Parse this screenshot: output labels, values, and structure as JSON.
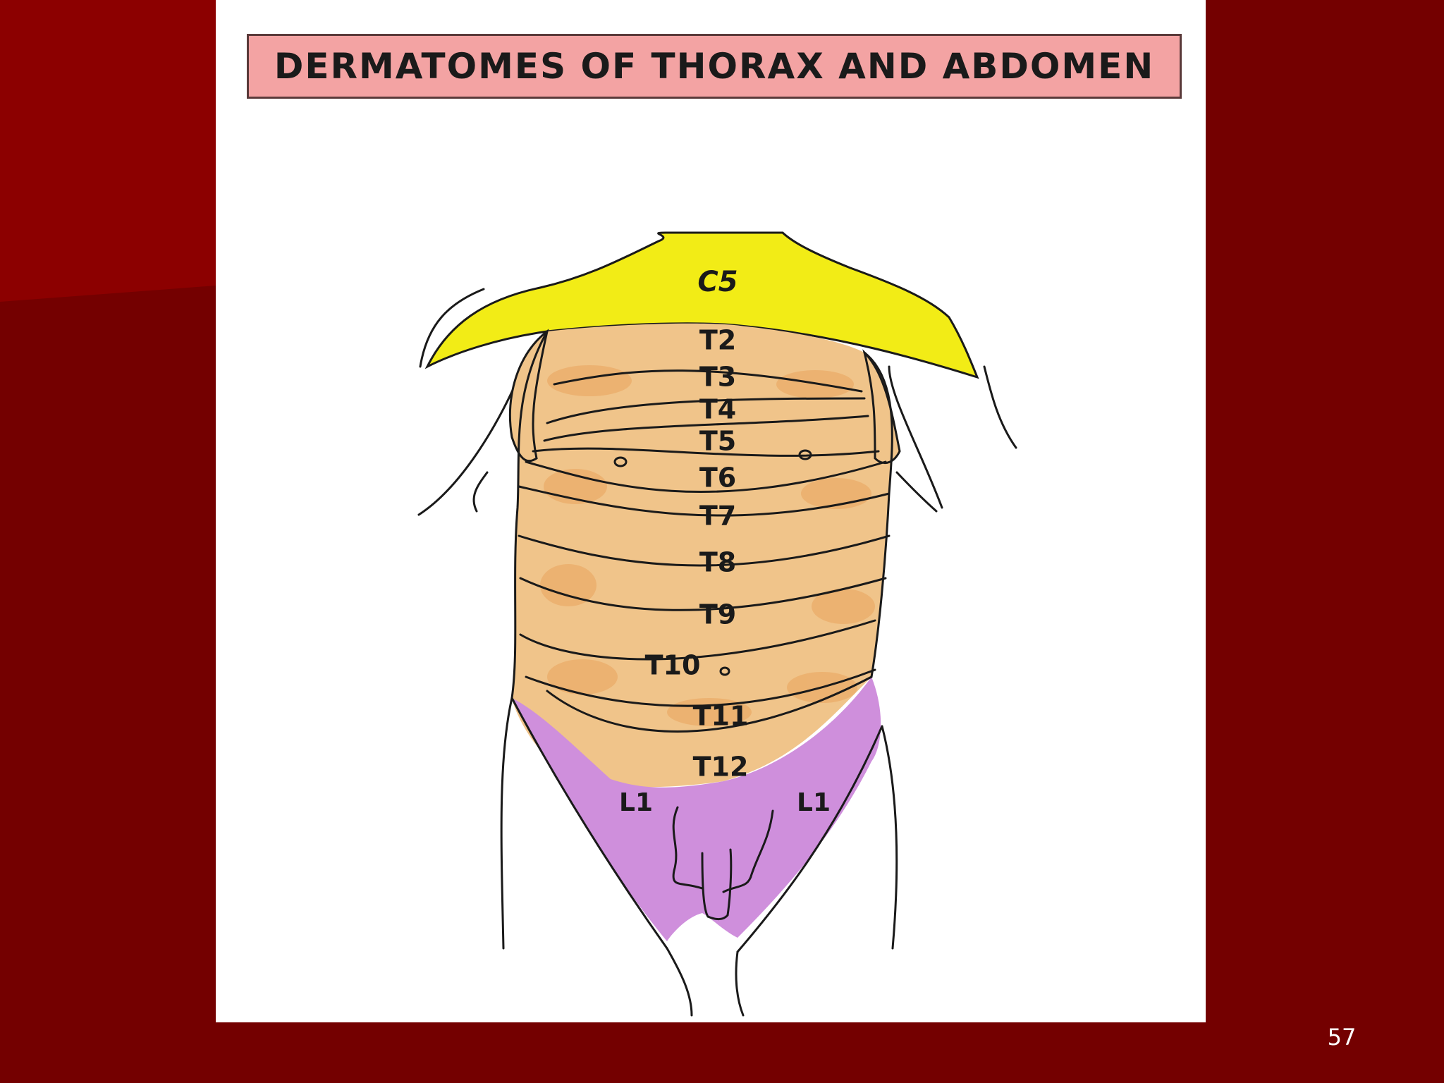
{
  "slide": {
    "title": "DERMATOMES OF THORAX AND ABDOMEN",
    "page_number": "57",
    "background_color": "#7a0000",
    "panel_color": "#ffffff"
  },
  "colors": {
    "cervical": "#f2ec16",
    "thoracic": "#f0c48a",
    "thoracic_shade": "#e9a45c",
    "lumbar": "#cf8fdc",
    "outline": "#1a1a1a",
    "title_box": "#f3a3a3"
  },
  "segments": {
    "c5": "C5",
    "t2": "T2",
    "t3": "T3",
    "t4": "T4",
    "t5": "T5",
    "t6": "T6",
    "t7": "T7",
    "t8": "T8",
    "t9": "T9",
    "t10": "T10",
    "t11": "T11",
    "t12": "T12",
    "l1_left": "L1",
    "l1_right": "L1"
  }
}
